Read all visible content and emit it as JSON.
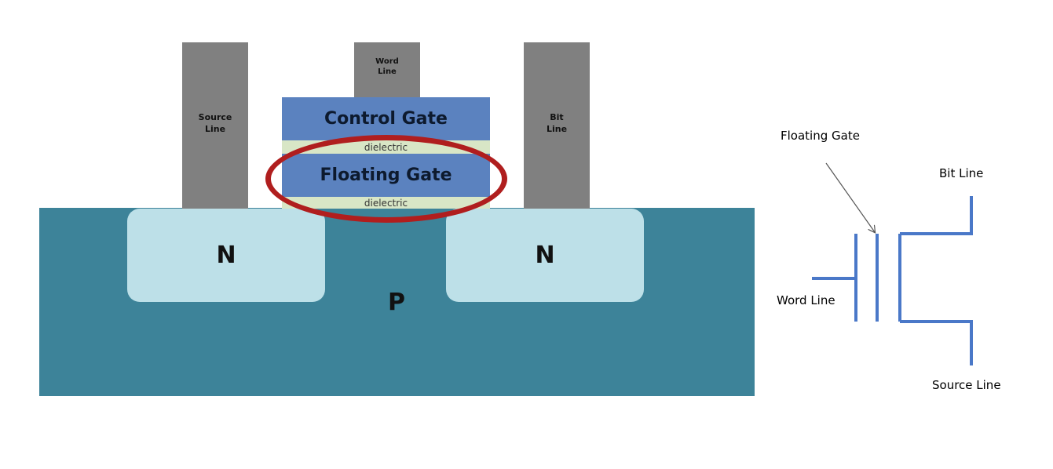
{
  "cross_section": {
    "source_line_label": "Source\nLine",
    "word_line_label": "Word\nLine",
    "bit_line_label": "Bit\nLine",
    "control_gate_label": "Control Gate",
    "floating_gate_label": "Floating Gate",
    "dielectric_top_label": "dielectric",
    "dielectric_bottom_label": "dielectric",
    "n_left_label": "N",
    "n_right_label": "N",
    "p_label": "P"
  },
  "schematic": {
    "floating_gate_label": "Floating Gate",
    "bit_line_label": "Bit Line",
    "word_line_label": "Word Line",
    "source_line_label": "Source Line"
  },
  "colors": {
    "substrate": "#3d8399",
    "n_region": "#bde0e8",
    "contact": "#808080",
    "gate": "#5b82bf",
    "dielectric": "#d8e6c6",
    "highlight": "#b01e1e",
    "schematic_line": "#4a78c8"
  }
}
